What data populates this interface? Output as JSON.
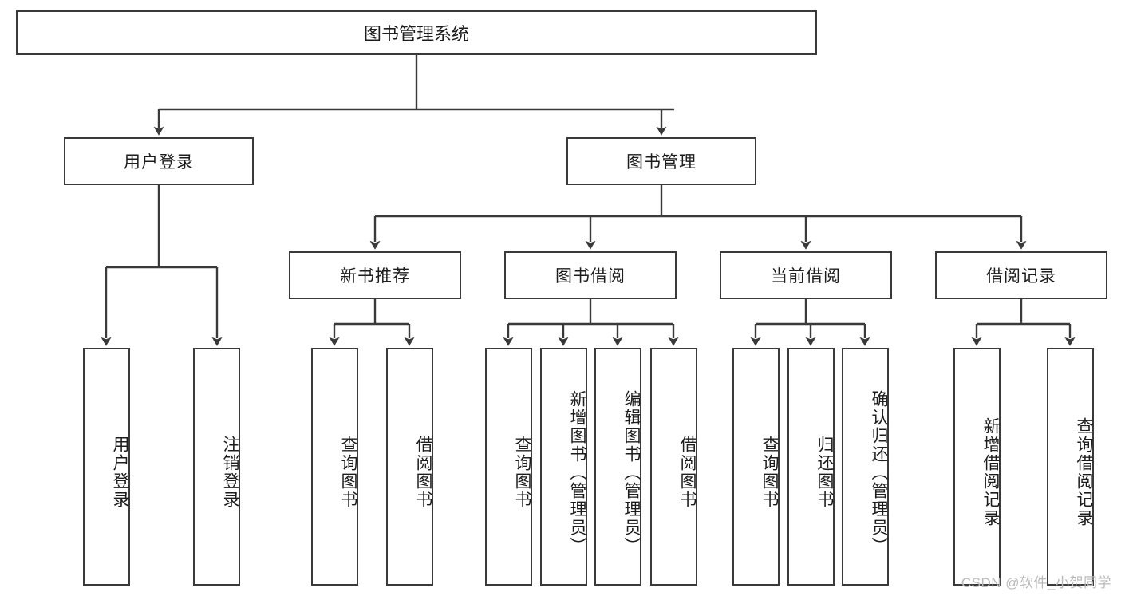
{
  "diagram": {
    "title": "图书管理系统",
    "type": "tree-hierarchy-diagram",
    "colors": {
      "stroke": "#3a3a3a",
      "fill": "#ffffff",
      "text": "#1d1d1d",
      "watermark": "#b9b9b9"
    },
    "levels": {
      "root": {
        "label": "图书管理系统"
      },
      "level2": [
        {
          "label": "用户登录"
        },
        {
          "label": "图书管理"
        }
      ],
      "level3": [
        {
          "label": "新书推荐"
        },
        {
          "label": "图书借阅"
        },
        {
          "label": "当前借阅"
        },
        {
          "label": "借阅记录"
        }
      ],
      "leaves": [
        {
          "label": "用户登录",
          "parent": "用户登录"
        },
        {
          "label": "注销登录",
          "parent": "用户登录"
        },
        {
          "label": "查询图书",
          "parent": "新书推荐"
        },
        {
          "label": "借阅图书",
          "parent": "新书推荐"
        },
        {
          "label": "查询图书",
          "parent": "图书借阅"
        },
        {
          "label": "新增图书（管理员）",
          "parent": "图书借阅"
        },
        {
          "label": "编辑图书（管理员）",
          "parent": "图书借阅"
        },
        {
          "label": "借阅图书",
          "parent": "图书借阅"
        },
        {
          "label": "查询图书",
          "parent": "当前借阅"
        },
        {
          "label": "归还图书",
          "parent": "当前借阅"
        },
        {
          "label": "确认归还（管理员）",
          "parent": "当前借阅"
        },
        {
          "label": "新增借阅记录",
          "parent": "借阅记录"
        },
        {
          "label": "查询借阅记录",
          "parent": "借阅记录"
        }
      ]
    }
  },
  "watermark": {
    "text": "CSDN @软件_小贺同学"
  }
}
